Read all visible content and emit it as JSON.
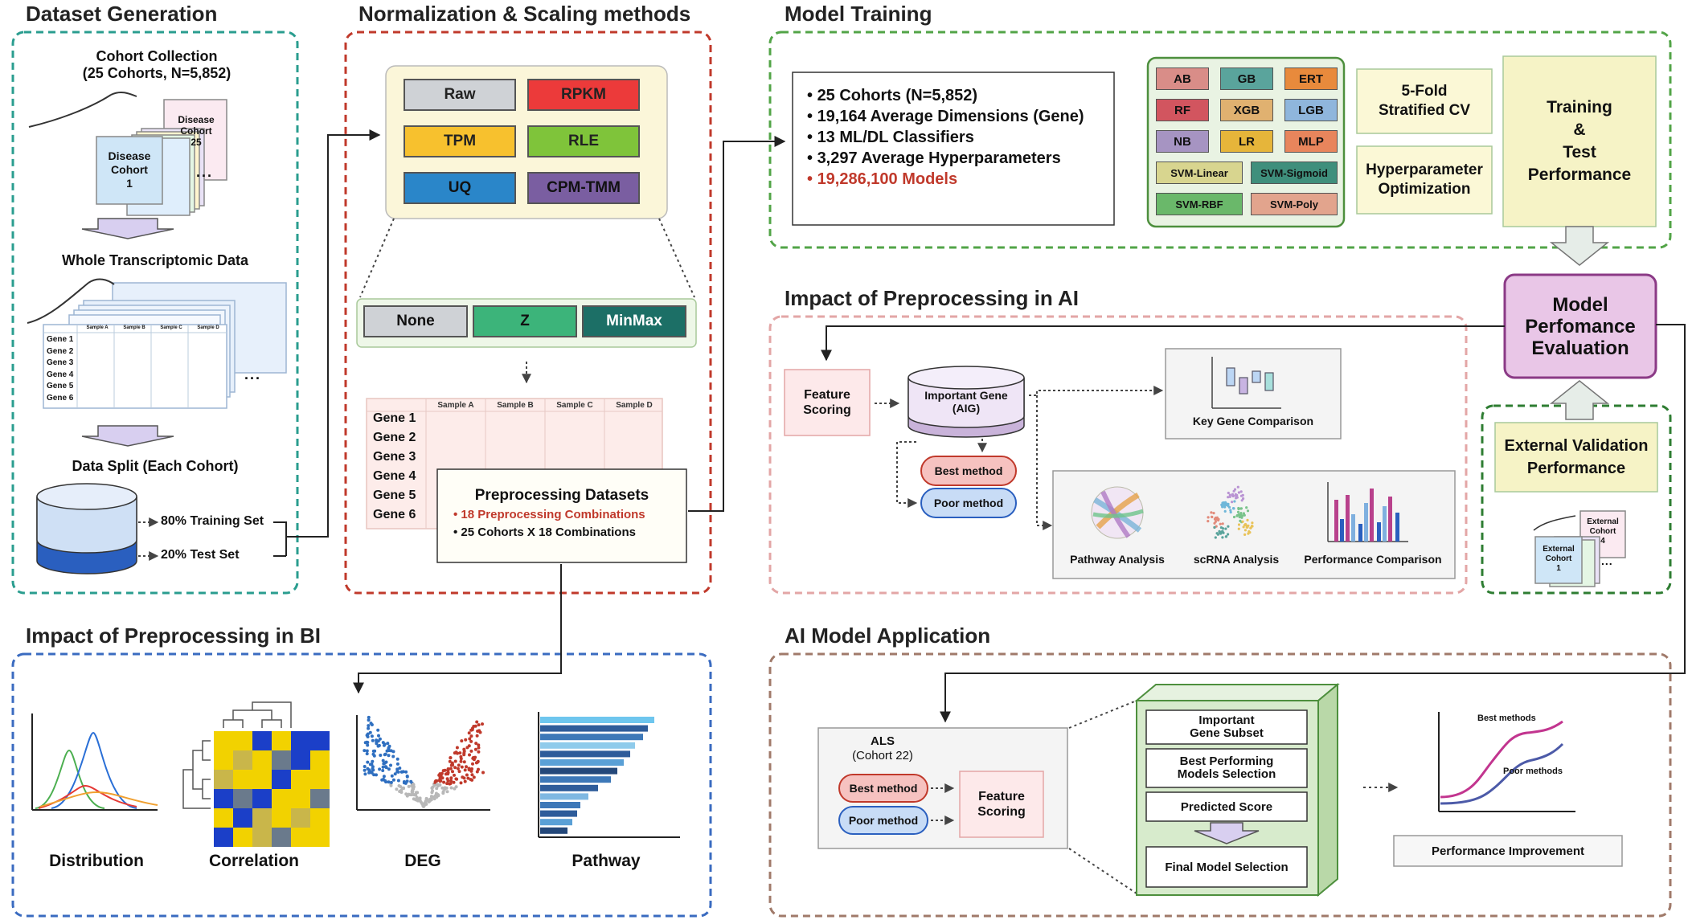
{
  "sections": {
    "dataset_generation": "Dataset Generation",
    "normalization": "Normalization & Scaling methods",
    "model_training": "Model Training",
    "impact_ai": "Impact of Preprocessing in AI",
    "impact_bi": "Impact of Preprocessing in BI",
    "ai_application": "AI Model Application"
  },
  "dataset": {
    "cohort_collection": "Cohort Collection",
    "cohort_count": "(25 Cohorts, N=5,852)",
    "card_front": [
      "Disease",
      "Cohort",
      "1"
    ],
    "card_back": [
      "Disease",
      "Cohort",
      "25"
    ],
    "ellipsis": "...",
    "transcriptomic": "Whole Transcriptomic Data",
    "sample_headers": [
      "Sample A",
      "Sample B",
      "Sample C",
      "Sample D"
    ],
    "genes": [
      "Gene 1",
      "Gene 2",
      "Gene 3",
      "Gene 4",
      "Gene 5",
      "Gene 6"
    ],
    "data_split": "Data Split (Each Cohort)",
    "train": "80% Training Set",
    "test": "20% Test Set"
  },
  "normalization": {
    "methods": [
      {
        "label": "Raw",
        "color": "#cfd2d6"
      },
      {
        "label": "RPKM",
        "color": "#ec3a3a"
      },
      {
        "label": "TPM",
        "color": "#f7c12e"
      },
      {
        "label": "RLE",
        "color": "#7fc43a"
      },
      {
        "label": "UQ",
        "color": "#2a86c9"
      },
      {
        "label": "CPM-TMM",
        "color": "#7a5ea1"
      }
    ],
    "scaling": [
      {
        "label": "None",
        "color": "#cfd2d6"
      },
      {
        "label": "Z",
        "color": "#3cb47a"
      },
      {
        "label": "MinMax",
        "color": "#1c6f66"
      }
    ],
    "sample_headers": [
      "Sample A",
      "Sample B",
      "Sample C",
      "Sample D"
    ],
    "genes": [
      "Gene 1",
      "Gene 2",
      "Gene 3",
      "Gene 4",
      "Gene 5",
      "Gene 6"
    ],
    "datasets_title": "Preprocessing Datasets",
    "datasets_items": [
      "18 Preprocessing Combinations",
      "25 Cohorts X 18 Combinations"
    ]
  },
  "training": {
    "summary": [
      "25 Cohorts (N=5,852)",
      "19,164 Average Dimensions (Gene)",
      "13 ML/DL Classifiers",
      "3,297 Average Hyperparameters",
      "19,286,100 Models"
    ],
    "classifiers": [
      {
        "label": "AB",
        "color": "#d98d88"
      },
      {
        "label": "GB",
        "color": "#5aa49c"
      },
      {
        "label": "ERT",
        "color": "#e88a3c"
      },
      {
        "label": "RF",
        "color": "#d2555f"
      },
      {
        "label": "XGB",
        "color": "#e0b170"
      },
      {
        "label": "LGB",
        "color": "#8fb6dc"
      },
      {
        "label": "NB",
        "color": "#a694c2"
      },
      {
        "label": "LR",
        "color": "#e6b53a"
      },
      {
        "label": "MLP",
        "color": "#e8855c"
      },
      {
        "label": "SVM-Linear",
        "color": "#d8d58f"
      },
      {
        "label": "SVM-Sigmoid",
        "color": "#3f8f7c"
      },
      {
        "label": "SVM-RBF",
        "color": "#6ab86a"
      },
      {
        "label": "SVM-Poly",
        "color": "#e2a48d"
      }
    ],
    "cv": [
      "5-Fold",
      "Stratified CV"
    ],
    "hpo": [
      "Hyperparameter",
      "Optimization"
    ],
    "train_test": [
      "Training",
      "&",
      "Test",
      "Performance"
    ],
    "evaluation": [
      "Model",
      "Perfomance",
      "Evaluation"
    ],
    "external": [
      "External Validation",
      "Performance"
    ],
    "ext_card_front": [
      "External",
      "Cohort",
      "1"
    ],
    "ext_card_back": [
      "External",
      "Cohort",
      "4"
    ],
    "ellipsis": "..."
  },
  "impact_ai": {
    "feature_scoring": [
      "Feature",
      "Scoring"
    ],
    "important_gene": [
      "Important Gene",
      "(AIG)"
    ],
    "best": "Best method",
    "poor": "Poor method",
    "key_gene": "Key Gene Comparison",
    "analyses": [
      "Pathway Analysis",
      "scRNA Analysis",
      "Performance Comparison"
    ]
  },
  "impact_bi": {
    "panels": [
      "Distribution",
      "Correlation",
      "DEG",
      "Pathway"
    ]
  },
  "application": {
    "als": "ALS",
    "als_cohort": "(Cohort 22)",
    "best": "Best method",
    "poor": "Poor method",
    "feature_scoring": [
      "Feature",
      "Scoring"
    ],
    "steps": [
      [
        "Important",
        "Gene Subset"
      ],
      [
        "Best Performing",
        "Models Selection"
      ],
      [
        "Predicted Score"
      ],
      [
        "Final Model Selection"
      ]
    ],
    "best_methods": "Best methods",
    "poor_methods": "Poor methods",
    "improvement": "Performance Improvement"
  }
}
